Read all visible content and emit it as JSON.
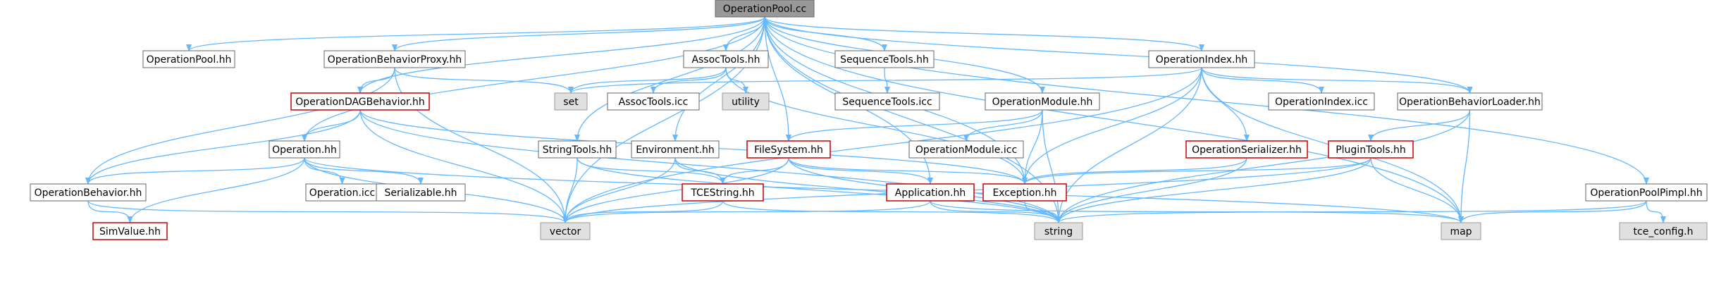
{
  "diagram": {
    "root": "OperationPool.cc",
    "nodes": [
      {
        "id": "root",
        "label": "OperationPool.cc",
        "style": "root"
      },
      {
        "id": "pool_hh",
        "label": "OperationPool.hh",
        "style": "normal"
      },
      {
        "id": "bproxy",
        "label": "OperationBehaviorProxy.hh",
        "style": "normal"
      },
      {
        "id": "assoc",
        "label": "AssocTools.hh",
        "style": "normal"
      },
      {
        "id": "seqtools",
        "label": "SequenceTools.hh",
        "style": "normal"
      },
      {
        "id": "opindex",
        "label": "OperationIndex.hh",
        "style": "normal"
      },
      {
        "id": "set",
        "label": "set",
        "style": "std"
      },
      {
        "id": "assoc_icc",
        "label": "AssocTools.icc",
        "style": "normal"
      },
      {
        "id": "utility",
        "label": "utility",
        "style": "std"
      },
      {
        "id": "seq_icc",
        "label": "SequenceTools.icc",
        "style": "normal"
      },
      {
        "id": "opmodule",
        "label": "OperationModule.hh",
        "style": "normal"
      },
      {
        "id": "opindex_icc",
        "label": "OperationIndex.icc",
        "style": "normal"
      },
      {
        "id": "behloader",
        "label": "OperationBehaviorLoader.hh",
        "style": "normal"
      },
      {
        "id": "dag",
        "label": "OperationDAGBehavior.hh",
        "style": "red"
      },
      {
        "id": "operation",
        "label": "Operation.hh",
        "style": "normal"
      },
      {
        "id": "stringtools",
        "label": "StringTools.hh",
        "style": "normal"
      },
      {
        "id": "environment",
        "label": "Environment.hh",
        "style": "normal"
      },
      {
        "id": "filesystem",
        "label": "FileSystem.hh",
        "style": "red"
      },
      {
        "id": "opmodule_icc",
        "label": "OperationModule.icc",
        "style": "normal"
      },
      {
        "id": "serializer",
        "label": "OperationSerializer.hh",
        "style": "red"
      },
      {
        "id": "plugintools",
        "label": "PluginTools.hh",
        "style": "red"
      },
      {
        "id": "behavior",
        "label": "OperationBehavior.hh",
        "style": "normal"
      },
      {
        "id": "operation_icc",
        "label": "Operation.icc",
        "style": "normal"
      },
      {
        "id": "serializable",
        "label": "Serializable.hh",
        "style": "normal"
      },
      {
        "id": "tcestring",
        "label": "TCEString.hh",
        "style": "red"
      },
      {
        "id": "application",
        "label": "Application.hh",
        "style": "red"
      },
      {
        "id": "exception",
        "label": "Exception.hh",
        "style": "red"
      },
      {
        "id": "poolpimpl",
        "label": "OperationPoolPimpl.hh",
        "style": "normal"
      },
      {
        "id": "simvalue",
        "label": "SimValue.hh",
        "style": "red"
      },
      {
        "id": "vector",
        "label": "vector",
        "style": "std"
      },
      {
        "id": "string",
        "label": "string",
        "style": "std"
      },
      {
        "id": "map",
        "label": "map",
        "style": "std"
      },
      {
        "id": "tceconfig",
        "label": "tce_config.h",
        "style": "std"
      }
    ],
    "edges": [
      [
        "root",
        "pool_hh"
      ],
      [
        "root",
        "bproxy"
      ],
      [
        "root",
        "assoc"
      ],
      [
        "root",
        "seqtools"
      ],
      [
        "root",
        "opindex"
      ],
      [
        "root",
        "opmodule"
      ],
      [
        "root",
        "behloader"
      ],
      [
        "root",
        "dag"
      ],
      [
        "root",
        "operation"
      ],
      [
        "root",
        "stringtools"
      ],
      [
        "root",
        "environment"
      ],
      [
        "root",
        "filesystem"
      ],
      [
        "root",
        "application"
      ],
      [
        "root",
        "exception"
      ],
      [
        "root",
        "poolpimpl"
      ],
      [
        "root",
        "vector"
      ],
      [
        "root",
        "string"
      ],
      [
        "root",
        "map"
      ],
      [
        "bproxy",
        "dag"
      ],
      [
        "bproxy",
        "set"
      ],
      [
        "bproxy",
        "behavior"
      ],
      [
        "bproxy",
        "vector"
      ],
      [
        "assoc",
        "set"
      ],
      [
        "assoc",
        "assoc_icc"
      ],
      [
        "assoc",
        "utility"
      ],
      [
        "assoc",
        "exception"
      ],
      [
        "seqtools",
        "seq_icc"
      ],
      [
        "opindex",
        "set"
      ],
      [
        "opindex",
        "opindex_icc"
      ],
      [
        "opindex",
        "behloader"
      ],
      [
        "opindex",
        "serializer"
      ],
      [
        "opindex",
        "exception"
      ],
      [
        "opindex",
        "vector"
      ],
      [
        "opindex",
        "string"
      ],
      [
        "opindex",
        "map"
      ],
      [
        "opmodule",
        "filesystem"
      ],
      [
        "opmodule",
        "opmodule_icc"
      ],
      [
        "opmodule",
        "exception"
      ],
      [
        "opmodule",
        "string"
      ],
      [
        "behloader",
        "plugintools"
      ],
      [
        "behloader",
        "string"
      ],
      [
        "behloader",
        "map"
      ],
      [
        "dag",
        "operation"
      ],
      [
        "dag",
        "behavior"
      ],
      [
        "dag",
        "vector"
      ],
      [
        "dag",
        "string"
      ],
      [
        "dag",
        "exception"
      ],
      [
        "operation",
        "behavior"
      ],
      [
        "operation",
        "operation_icc"
      ],
      [
        "operation",
        "serializable"
      ],
      [
        "operation",
        "simvalue"
      ],
      [
        "operation",
        "vector"
      ],
      [
        "operation",
        "map"
      ],
      [
        "stringtools",
        "tcestring"
      ],
      [
        "stringtools",
        "vector"
      ],
      [
        "stringtools",
        "string"
      ],
      [
        "environment",
        "tcestring"
      ],
      [
        "environment",
        "vector"
      ],
      [
        "environment",
        "string"
      ],
      [
        "filesystem",
        "tcestring"
      ],
      [
        "filesystem",
        "application"
      ],
      [
        "filesystem",
        "exception"
      ],
      [
        "filesystem",
        "vector"
      ],
      [
        "filesystem",
        "string"
      ],
      [
        "serializer",
        "exception"
      ],
      [
        "serializer",
        "string"
      ],
      [
        "plugintools",
        "exception"
      ],
      [
        "plugintools",
        "map"
      ],
      [
        "plugintools",
        "string"
      ],
      [
        "plugintools",
        "vector"
      ],
      [
        "behavior",
        "simvalue"
      ],
      [
        "behavior",
        "vector"
      ],
      [
        "tcestring",
        "vector"
      ],
      [
        "tcestring",
        "string"
      ],
      [
        "application",
        "vector"
      ],
      [
        "application",
        "string"
      ],
      [
        "application",
        "map"
      ],
      [
        "exception",
        "string"
      ],
      [
        "poolpimpl",
        "tceconfig"
      ],
      [
        "poolpimpl",
        "map"
      ],
      [
        "poolpimpl",
        "string"
      ]
    ]
  },
  "colors": {
    "edge": "#63b8ff",
    "edge_dark": "#1f4e79",
    "root_fill": "#999999",
    "normal_border": "#666666",
    "red_border": "#cc0000",
    "std_fill": "#e0e0e0",
    "std_border": "#999999"
  }
}
